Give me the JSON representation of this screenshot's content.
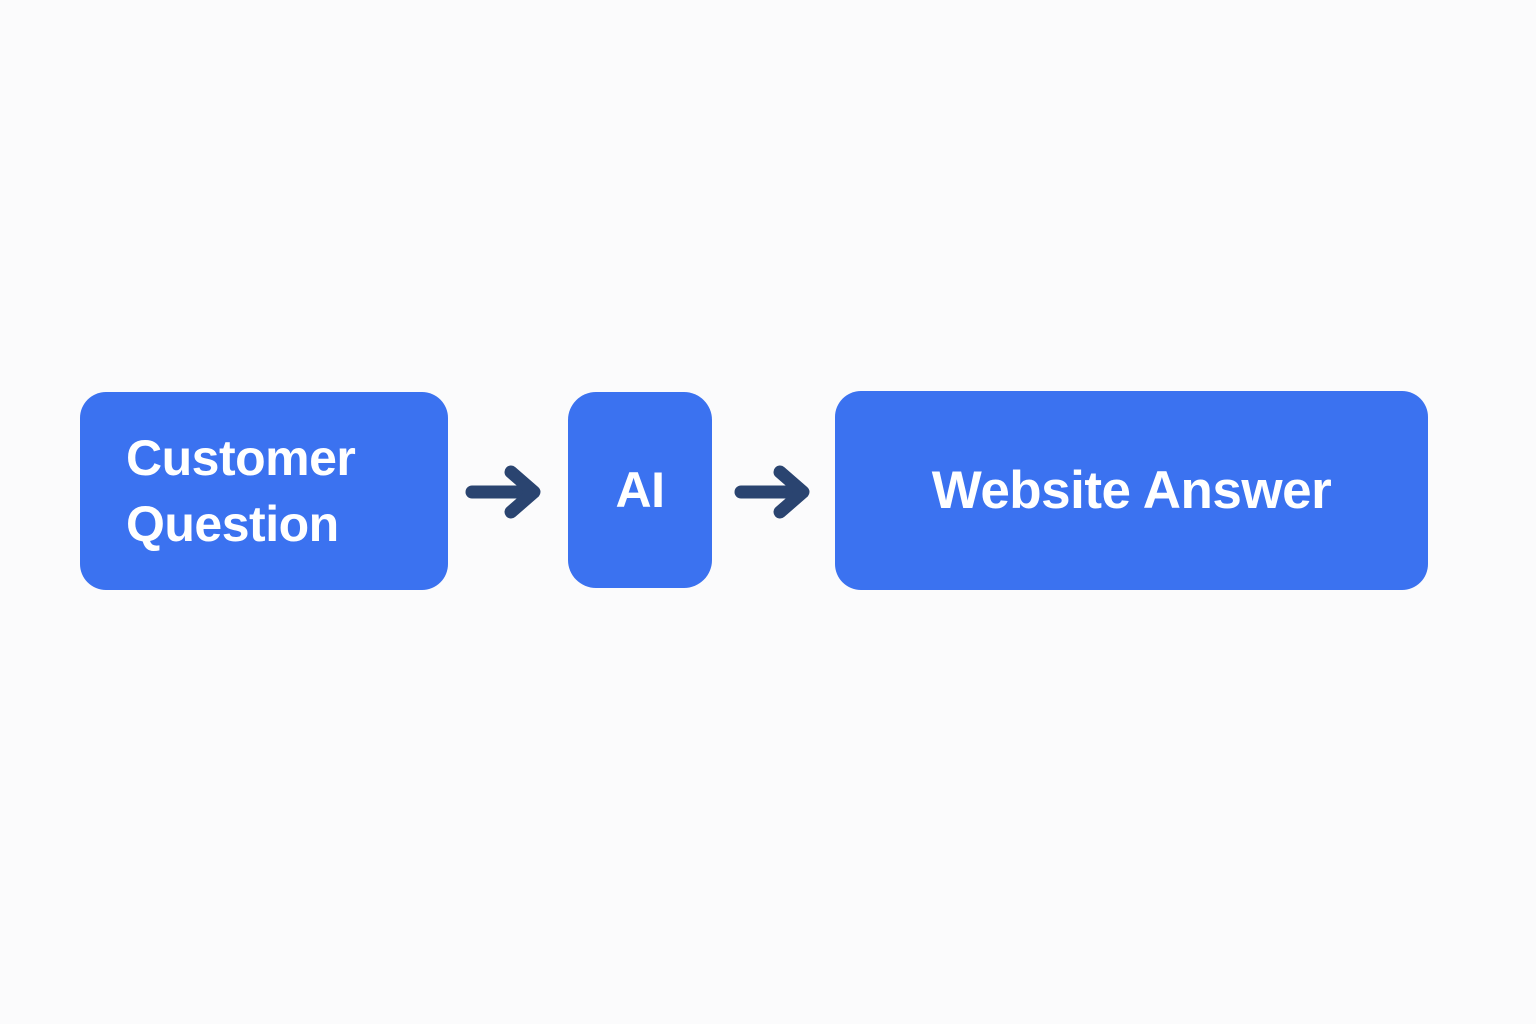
{
  "diagram": {
    "type": "flow",
    "background_color": "#fbfbfc",
    "node_color": "#3b72f0",
    "node_text_color": "#ffffff",
    "arrow_color": "#2a4470",
    "nodes": [
      {
        "id": "customer-question",
        "label": "Customer\nQuestion"
      },
      {
        "id": "ai",
        "label": "AI"
      },
      {
        "id": "website-answer",
        "label": "Website Answer"
      }
    ],
    "connectors": [
      {
        "id": "arrow-1",
        "icon": "arrow-right-icon",
        "from": "customer-question",
        "to": "ai"
      },
      {
        "id": "arrow-2",
        "icon": "arrow-right-icon",
        "from": "ai",
        "to": "website-answer"
      }
    ]
  }
}
